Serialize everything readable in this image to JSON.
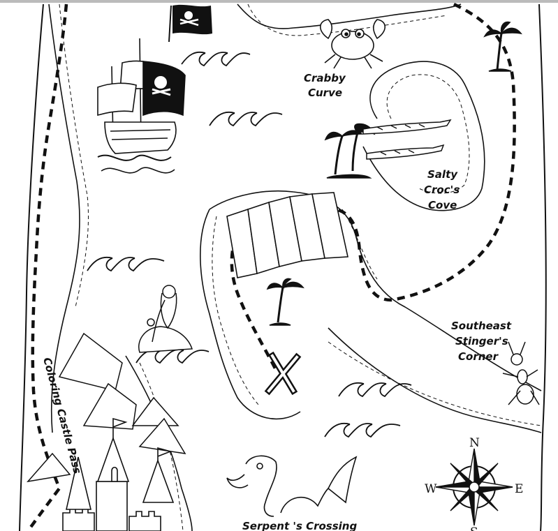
{
  "map": {
    "labels": {
      "crabby_1": "Crabby",
      "crabby_2": "Curve",
      "croc_1": "Salty",
      "croc_2": "Croc's",
      "croc_3": "Cove",
      "stinger_1": "Southeast",
      "stinger_2": "Stinger's",
      "stinger_3": "Corner",
      "castle_pass": "Coloring Castle Pass",
      "serpent": "Serpent 's Crossing"
    },
    "treasure_mark": "X",
    "compass": {
      "north": "N",
      "south": "S",
      "east": "E",
      "west": "W"
    },
    "icons": [
      "pirate-flag-icon",
      "pirate-ship-icon",
      "crab-icon",
      "palm-tree-icon",
      "crocodile-icon",
      "mermaid-icon",
      "ant-icon",
      "castle-icon",
      "sea-serpent-icon",
      "compass-rose-icon",
      "wave-icon"
    ]
  }
}
